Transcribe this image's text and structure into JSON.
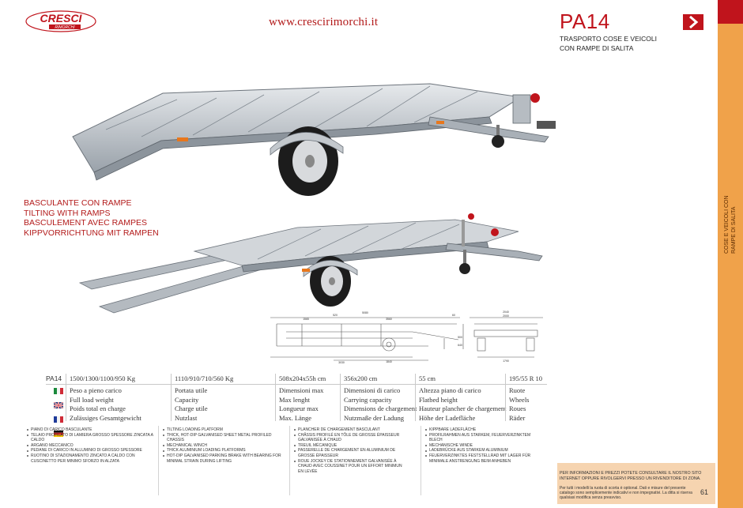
{
  "header": {
    "url": "www.crescirimorchi.it",
    "model_code": "PA14",
    "subtitle_line1": "TRASPORTO COSE E VEICOLI",
    "subtitle_line2": "CON RAMPE DI SALITA",
    "logo_brand": "CRESCI",
    "logo_sub": "RIMORCHI",
    "accent_color": "#c0141c"
  },
  "side_band": {
    "text": "COSE E VEICOLI CON\nRAMPE DI SALITA",
    "color": "#f0a24a"
  },
  "titles": [
    "BASCULANTE CON RAMPE",
    "TILTING WITH RAMPS",
    "BASCULEMENT AVEC RAMPES",
    "KIPPVORRICHTUNG MIT RAMPEN"
  ],
  "spec_table": {
    "model": "PA14",
    "flags": [
      "italy",
      "uk",
      "france",
      "germany"
    ],
    "columns": [
      {
        "value": "1500/1300/1100/950 Kg",
        "labels": [
          "Peso a pieno carico",
          "Full load weight",
          "Poids total en charge",
          "Zulässiges Gesamtgewicht"
        ]
      },
      {
        "value": "1110/910/710/560 Kg",
        "labels": [
          "Portata utile",
          "Capacity",
          "Charge utile",
          "Nutzlast"
        ]
      },
      {
        "value": "508x204x55h cm",
        "labels": [
          "Dimensioni max",
          "Max lenght",
          "Longueur max",
          "Max. Länge"
        ]
      },
      {
        "value": "356x200 cm",
        "labels": [
          "Dimensioni di carico",
          "Carrying capacity",
          "Dimensions de chargement",
          "Nutzmaße der Ladung"
        ]
      },
      {
        "value": "55 cm",
        "labels": [
          "Altezza piano di carico",
          "Flatbed height",
          "Hauteur plancher de chargement",
          "Höhe der Ladefläche"
        ]
      },
      {
        "value": "195/55 R 10",
        "labels": [
          "Ruote",
          "Wheels",
          "Roues",
          "Räder"
        ]
      }
    ]
  },
  "features": {
    "it": [
      "PIANO DI CARICO BASCULANTE",
      "TELAIO PROFILATO DI LAMIERA GROSSO SPESSORE ZINCATA A CALDO",
      "ARGANO MECCANICO",
      "PEDANE DI CARICO IN ALLUMINIO DI GROSSO SPESSORE",
      "RUOTINO DI STAZIONAMENTO ZINCATO A CALDO CON CUSCINETTO PER MINIMO SFORZO IN ALZATA"
    ],
    "en": [
      "TILTING LOADING PLATFORM",
      "THICK, HOT-DIP GALVANISED SHEET METAL PROFILED CHASSIS",
      "MECHANICAL WINCH",
      "THICK ALUMINIUM LOADING PLATFORMS",
      "HOT-DIP GALVANISED PARKING BRAKE WITH BEARING FOR MINIMAL STRAIN DURING LIFTING"
    ],
    "fr": [
      "PLANCHER DE CHARGEMENT BASCULANT",
      "CHÂSSIS PROFILÉ EN TÔLE DE GROSSE ÉPAISSEUR GALVANISÉE À CHAUD",
      "TREUIL MÉCANIQUE",
      "PASSERELLE DE CHARGEMENT EN ALUMINIUM DE GROSSE ÉPAISSEUR",
      "ROUE JOCKEY DE STATIONNEMENT GALVANISÉE À CHAUD AVEC COUSSINET POUR UN EFFORT MINIMUN EN LEVÉE"
    ],
    "de": [
      "KIPPBARE LADEFLÄCHE",
      "PROFILRAHMEN AUS STARKEM, FEUERVERZINKTEM BLECH",
      "MECHANISCHE WINDE",
      "LADEBRÜCKE AUS STARKEM ALUMINIUM",
      "FEUERVERZINKTES FESTSTELLRAD MIT LAGER FÜR MINIMALE ANSTRENGUNG BEIM ANHEBEN"
    ]
  },
  "info": {
    "upper": "PER INFORMAZIONI E PREZZI POTETE CONSULTARE IL NOSTRO SITO INTERNET OPPURE RIVOLGERVI PRESSO UN RIVENDITORE DI ZONA.",
    "lower": "Per tutti i modelli la ruota di scorta è optional. Dati e misure del presente catalogo sono semplicemente indicativi e non impegnativi. La ditta si riserva qualsiasi modifica senza preavviso.",
    "page": "61",
    "color": "#f6d4b0"
  },
  "drawing_dims": {
    "top_total": "5080",
    "top_inner": "3560",
    "top_left": "1565",
    "top_small": "520",
    "top_right": "60",
    "bottom_a": "3030",
    "bottom_b": "1840",
    "side_w": "2040",
    "side_w2": "2000",
    "side_bottom": "1790",
    "height": "500",
    "height2": "640"
  }
}
